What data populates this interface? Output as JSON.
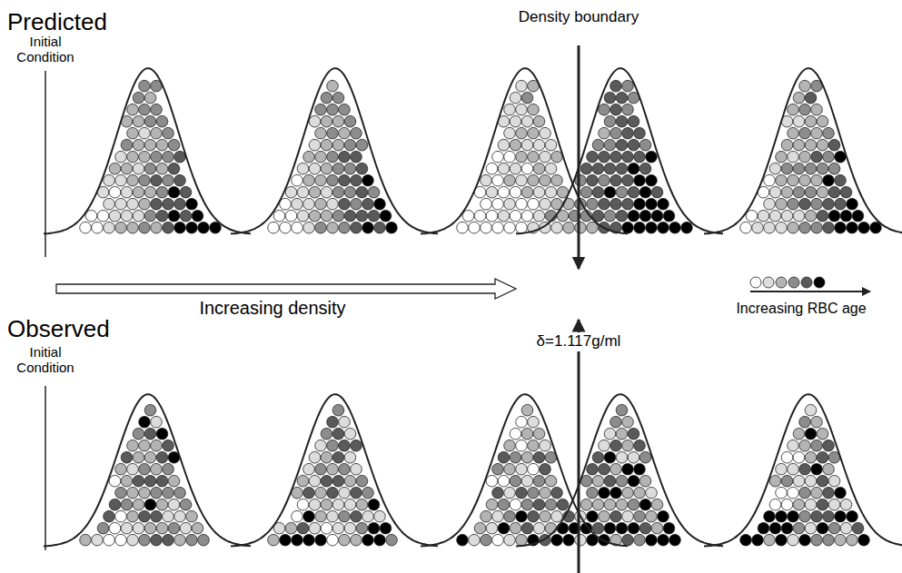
{
  "diagram": {
    "labels": [
      "Predicted",
      "Initial Condition",
      "Density boundary",
      "Increasing density",
      "δ=1.117g/ml",
      "Increasing RBC age",
      "Observed",
      "Initial Condition"
    ]
  }
}
